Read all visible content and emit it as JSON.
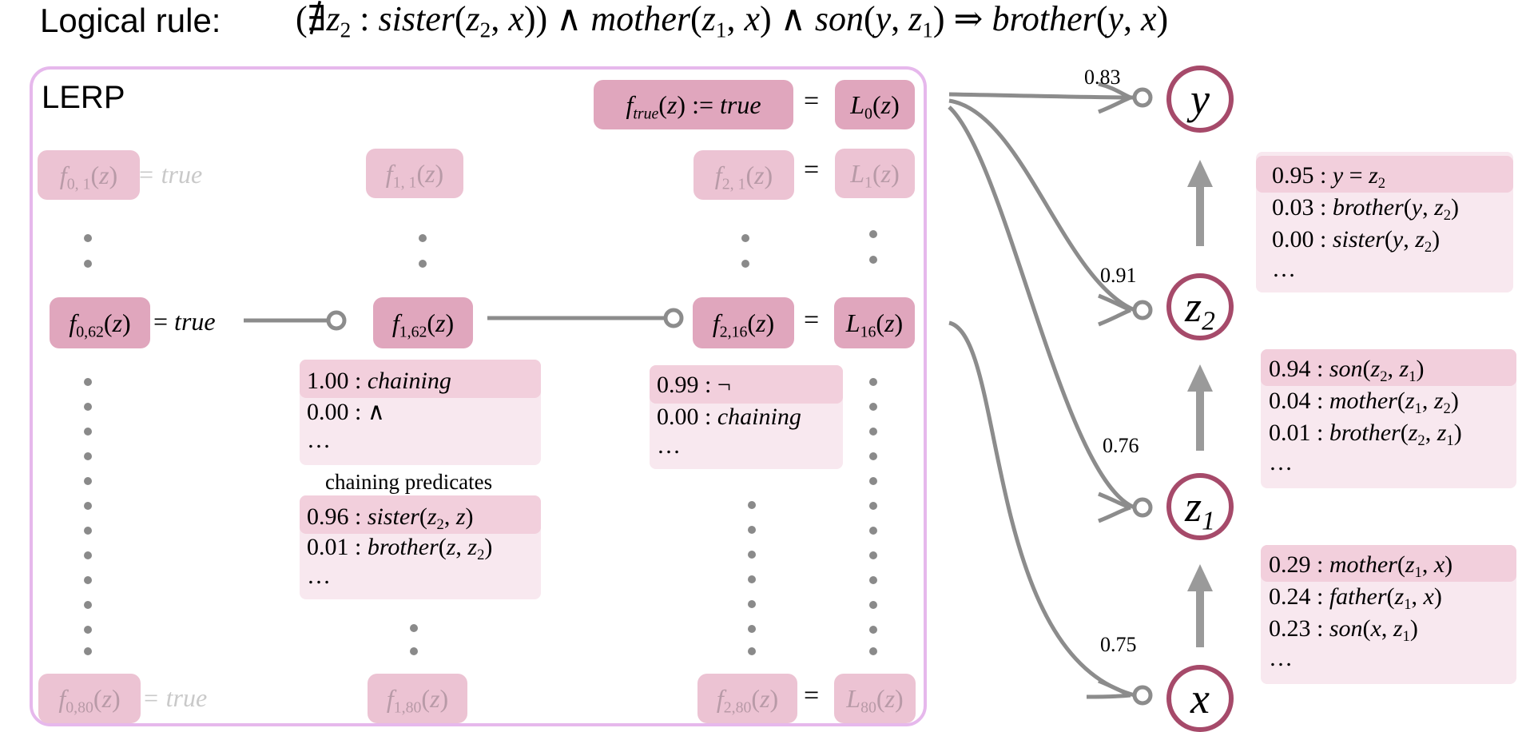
{
  "title": {
    "label": "Logical rule:",
    "formula": "(∄z₂ : sister(z₂, x)) ∧ mother(z₁, x) ∧ son(y, z₁) ⇒ brother(y, x)"
  },
  "lerp": {
    "label": "LERP",
    "f_true": "f_true(z) := true",
    "L0": "L₀(z)",
    "nodes": {
      "f01": "f₀,₁(z)",
      "f11": "f₁,₁(z)",
      "f21": "f₂,₁(z)",
      "L1": "L₁(z)",
      "f062": "f₀,₆₂(z)",
      "f162": "f₁,₆₂(z)",
      "f216": "f₂,₁₆(z)",
      "L16": "L₁₆(z)",
      "f080": "f₀,₈₀(z)",
      "f180": "f₁,₈₀(z)",
      "f280": "f₂,₈₀(z)",
      "L80": "L₈₀(z)"
    },
    "eq_true": "= true",
    "eq": "=",
    "op_panel_1": [
      "1.00 : chaining",
      "0.00 : ∧",
      "…"
    ],
    "chaining_label": "chaining predicates",
    "pred_panel": [
      "0.96 : sister(z₂, z)",
      "0.01 : brother(z, z₂)",
      "…"
    ],
    "op_panel_2": [
      "0.99 : ¬",
      "0.00 : chaining",
      "…"
    ]
  },
  "graph": {
    "nodes": [
      "y",
      "z₂",
      "z₁",
      "x"
    ],
    "edge_weights": [
      "0.83",
      "0.91",
      "0.76",
      "0.75"
    ],
    "panel_y": [
      "0.95 : y = z₂",
      "0.03 : brother(y, z₂)",
      "0.00 : sister(y, z₂)",
      "…"
    ],
    "panel_z2": [
      "0.94 : son(z₂, z₁)",
      "0.04 : mother(z₁, z₂)",
      "0.01 : brother(z₂, z₁)",
      "…"
    ],
    "panel_z1": [
      "0.29 : mother(z₁, x)",
      "0.24 : father(z₁, x)",
      "0.23 : son(x, z₁)",
      "…"
    ]
  },
  "colors": {
    "pill": "#e0a6bd",
    "panel_bg": "#f8e8ef",
    "panel_highlight": "#f2cfdc",
    "lerp_border": "#e6b8ec",
    "node_border": "#a64a6a",
    "connector": "#8c8c8c"
  }
}
